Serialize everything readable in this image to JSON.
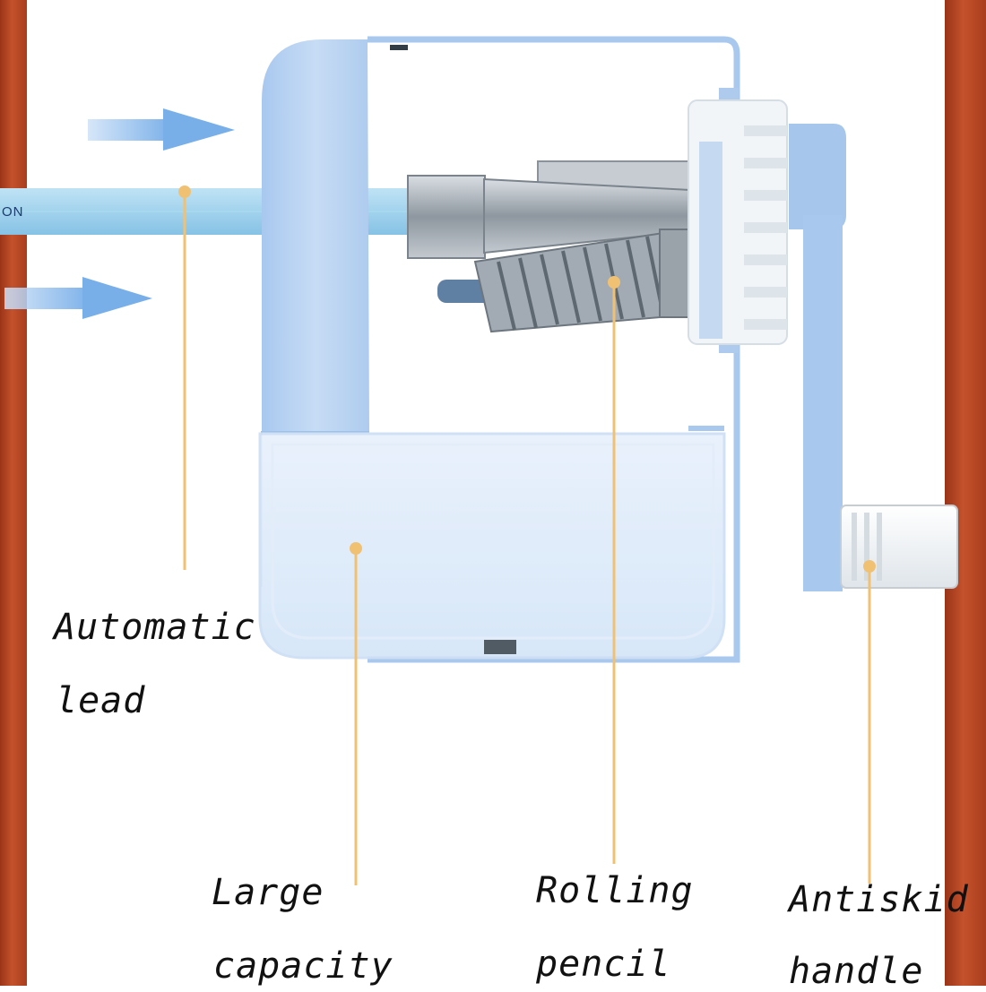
{
  "pencil_brand": "ON",
  "callouts": {
    "automatic_lead": {
      "line1": "Automatic",
      "line2": "lead"
    },
    "large_capacity": {
      "line1": "Large",
      "line2": "capacity"
    },
    "rolling_pencil": {
      "line1": "Rolling",
      "line2": "pencil"
    },
    "antiskid_handle": {
      "line1": "Antiskid",
      "line2": "handle"
    }
  },
  "colors": {
    "frame": "#b4482a",
    "body_blue": "#b7d3f1",
    "outline_blue": "#a9c8ee",
    "leader_line": "#f1c173",
    "arrow": "#8db8ea",
    "pencil": "#9fd1ec",
    "gear_white": "#f2f5f8",
    "blade_metal": "#9aa3ad"
  }
}
